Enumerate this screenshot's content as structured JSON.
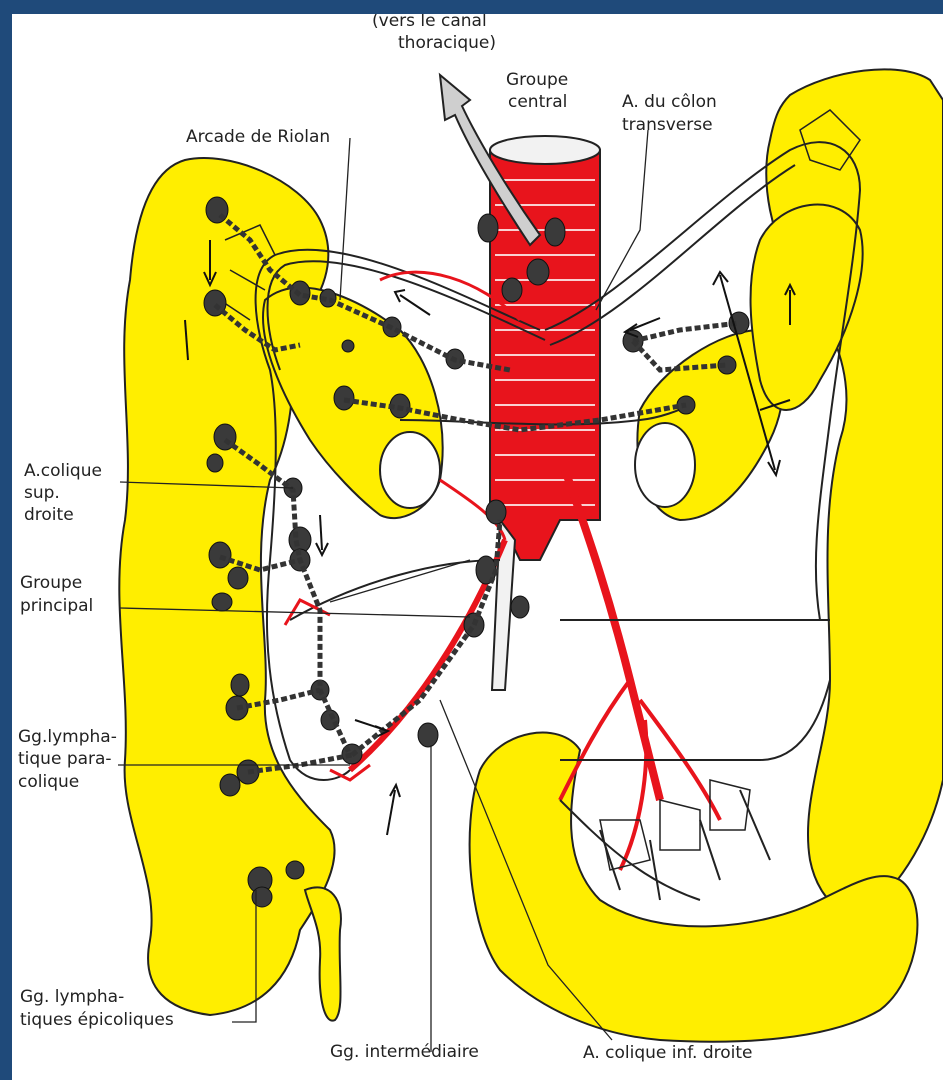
{
  "labels": {
    "canal": [
      "(vers le canal",
      "thoracique)"
    ],
    "groupe_central": [
      "Groupe",
      "central"
    ],
    "arcade": "Arcade de Riolan",
    "colon_transverse": [
      "A. du côlon",
      "transverse"
    ],
    "colique_sup": [
      "A.colique",
      "sup.",
      "droite"
    ],
    "groupe_principal": [
      "Groupe",
      "principal"
    ],
    "paracolique": [
      "Gg.lympha-",
      "tique para-",
      "colique"
    ],
    "epicoliques": [
      "Gg. lympha-",
      "tiques épicoliques"
    ],
    "intermediaire": "Gg. intermédiaire",
    "colique_inf": "A. colique inf. droite"
  },
  "colors": {
    "colon": "#ffee00",
    "artery": "#e8141c",
    "node": "#3a3a3a",
    "line": "#222222",
    "frame": "#1f4a7a"
  }
}
